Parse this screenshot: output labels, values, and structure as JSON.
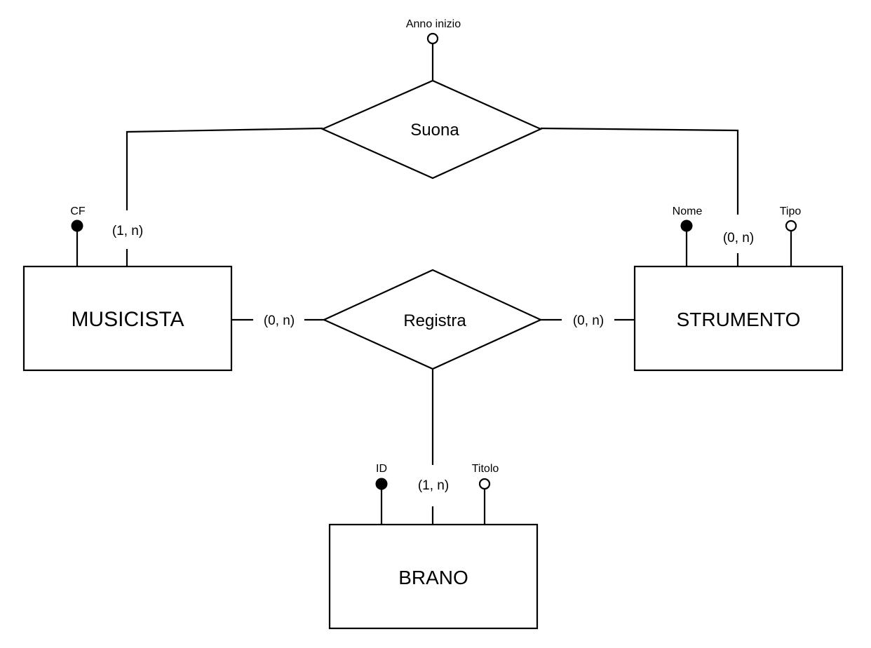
{
  "entities": {
    "musicista": "MUSICISTA",
    "strumento": "STRUMENTO",
    "brano": "BRANO"
  },
  "relationships": {
    "suona": "Suona",
    "registra": "Registra"
  },
  "attributes": {
    "anno_inizio": "Anno inizio",
    "cf": "CF",
    "nome": "Nome",
    "tipo": "Tipo",
    "id": "ID",
    "titolo": "Titolo"
  },
  "cardinalities": {
    "musicista_suona": "(1, n)",
    "strumento_suona": "(0, n)",
    "musicista_registra": "(0, n)",
    "strumento_registra": "(0, n)",
    "brano_registra": "(1, n)"
  }
}
